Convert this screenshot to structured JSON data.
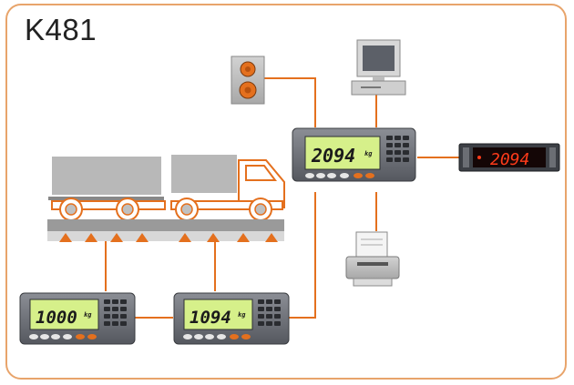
{
  "title": "K481",
  "colors": {
    "accent": "#e4701e",
    "lcd": "#d6f08a",
    "led": "#ff3b1a",
    "panel": "#6e7179",
    "truck_body": "#b8b8b8",
    "platform": "#9a9a9a"
  },
  "displays": {
    "main": {
      "value": "2094",
      "unit": "kg"
    },
    "left": {
      "value": "1000",
      "unit": "kg"
    },
    "middle": {
      "value": "1094",
      "unit": "kg"
    },
    "remote": {
      "value": "2094"
    }
  },
  "icons": [
    "speaker-icon",
    "computer-icon",
    "printer-icon",
    "remote-display-icon",
    "truck-icon",
    "trailer-icon",
    "load-cell-icon"
  ]
}
